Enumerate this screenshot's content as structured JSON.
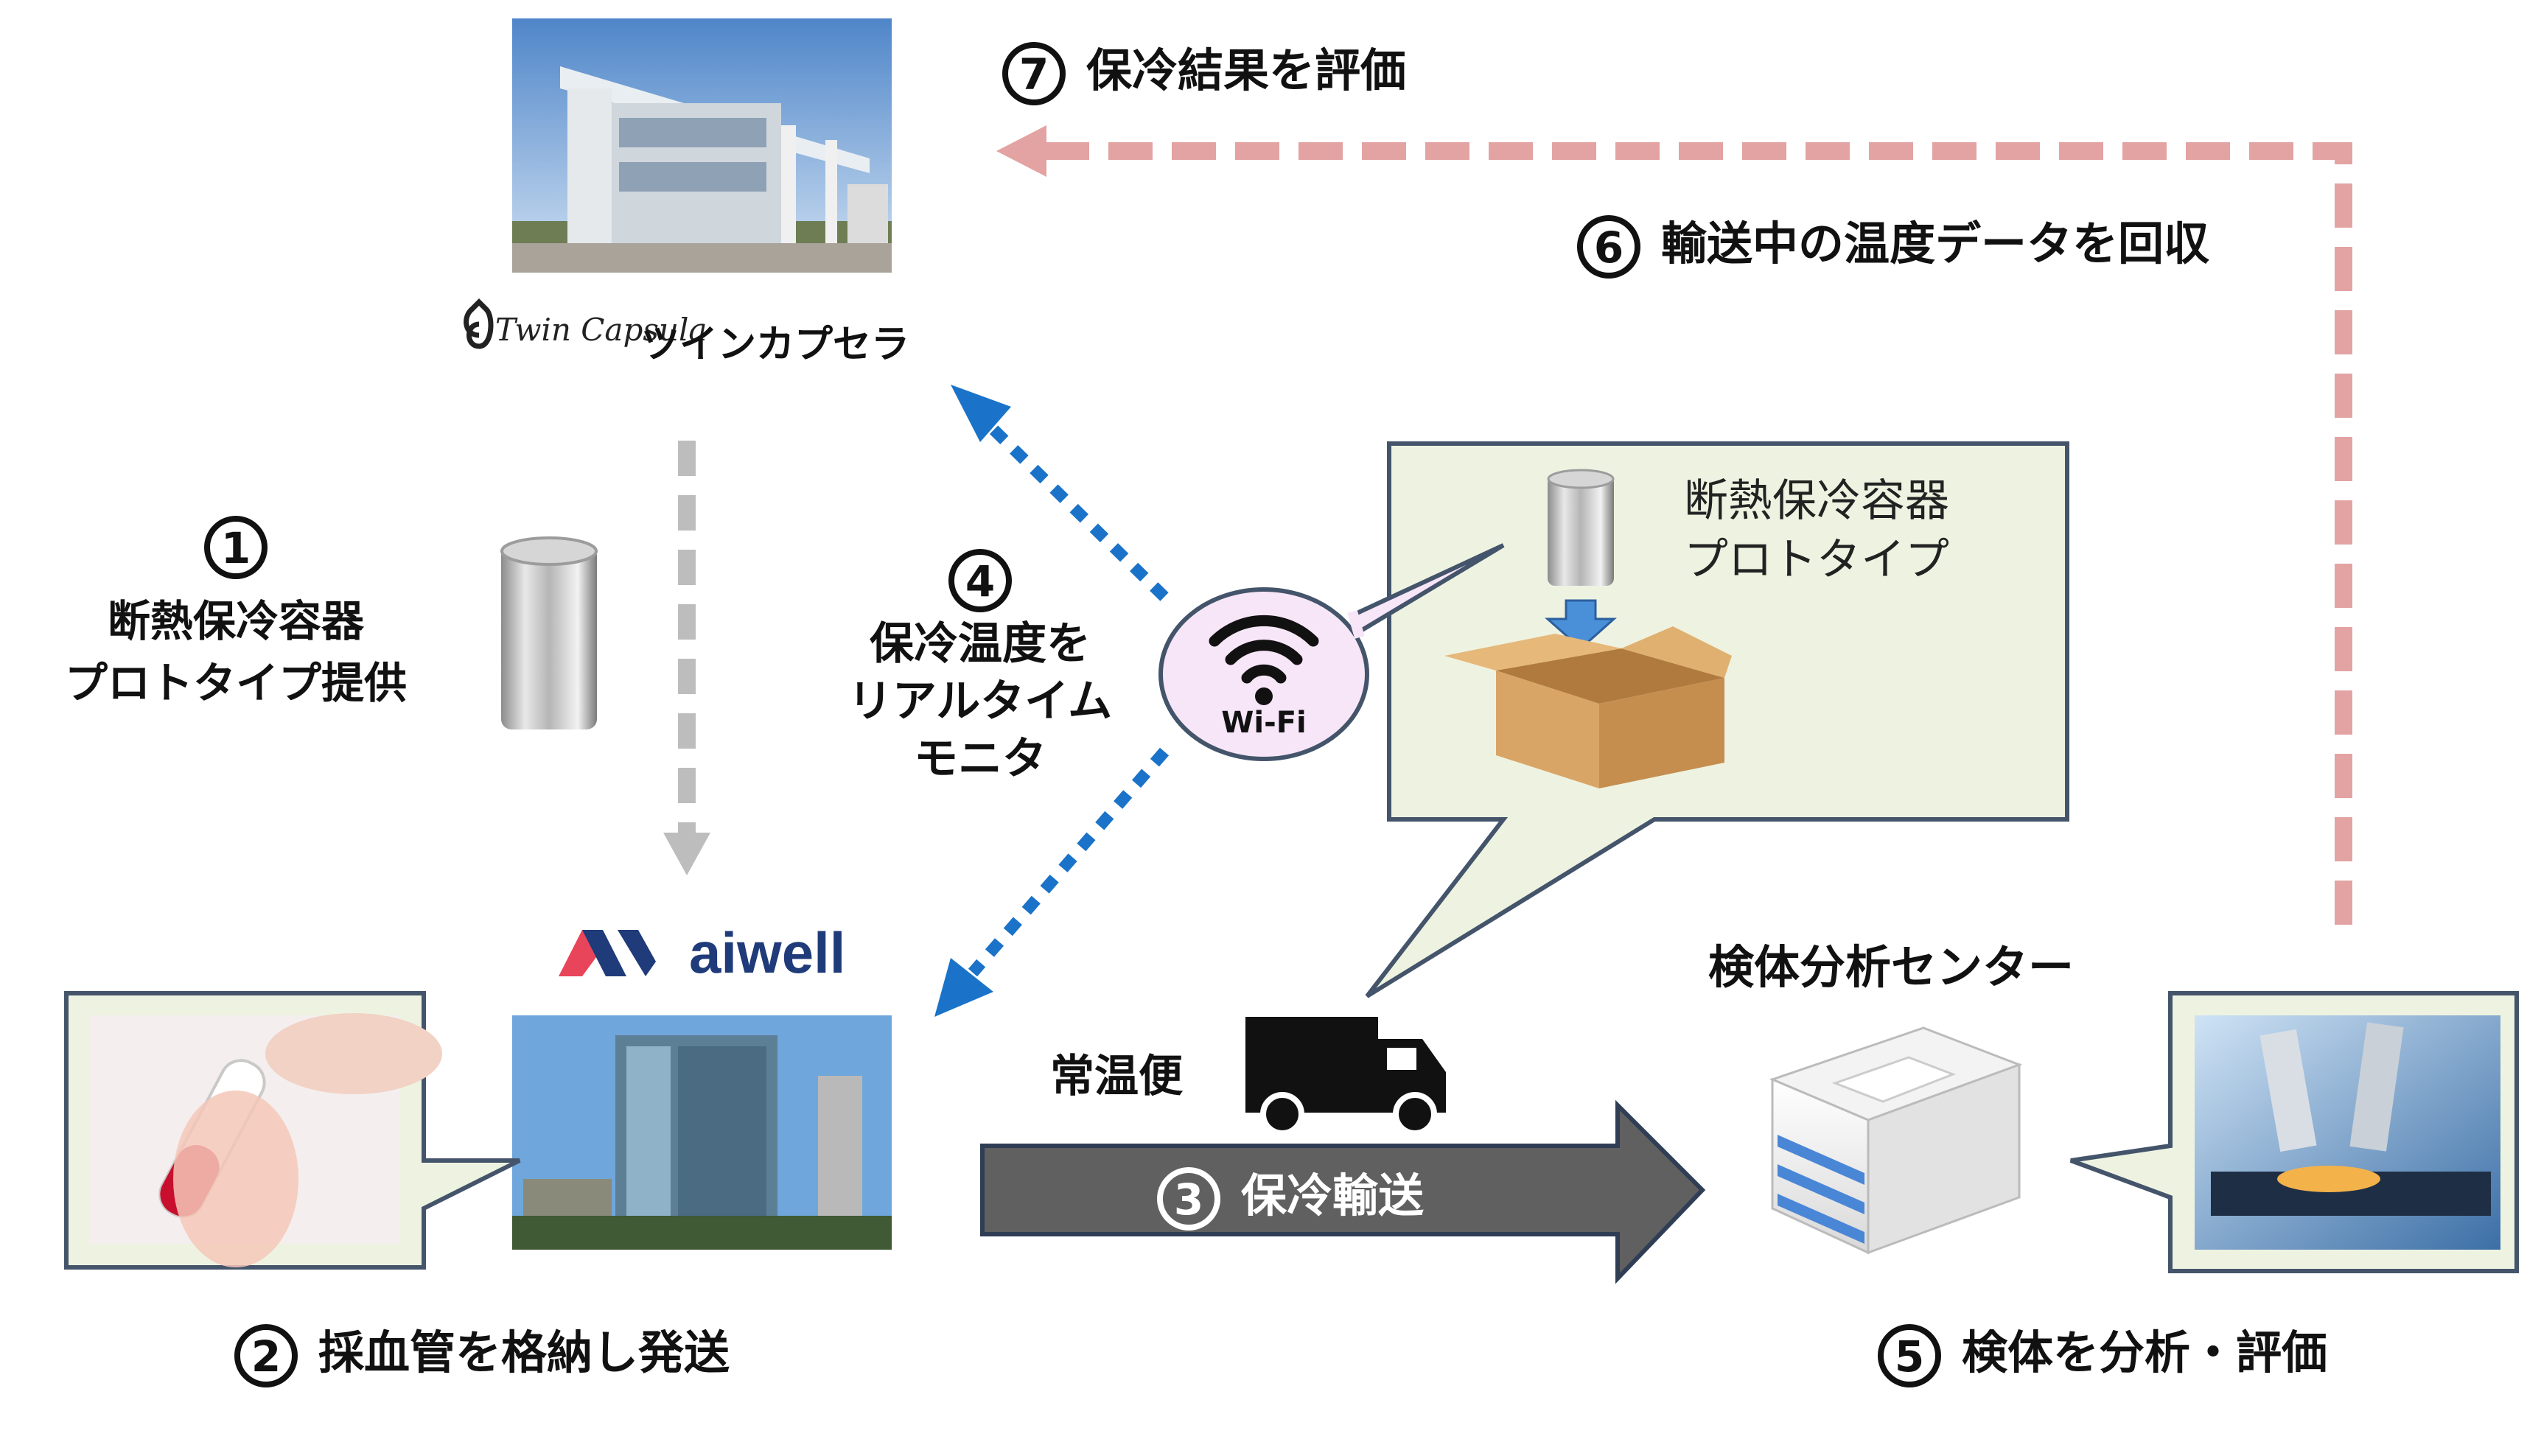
{
  "colors": {
    "gray_dashed_arrow": "#bdbdbd",
    "blue_dotted_arrow": "#1a73c8",
    "pink_dashed_arrow": "#e3a3a3",
    "shipping_arrow": "#606060",
    "callout_fill": "#eef3e1",
    "callout_border": "#44546a",
    "wifi_bubble_fill": "#f7e6f7"
  },
  "icons": {
    "twin_capsula_building": "photo-building-icon",
    "aiwell_building": "photo-office-tower-icon",
    "container": "steel-cylinder-icon",
    "box": "cardboard-box-icon",
    "truck": "truck-icon",
    "analysis_center": "building-3d-icon",
    "wifi": "wifi-icon",
    "microscope": "microscope-photo-icon",
    "blood_tube": "blood-tube-photo-icon"
  },
  "companies": {
    "twin_capsula": {
      "logo_text": "Twin Capsula",
      "name_jp": "ツインカプセラ"
    },
    "aiwell": {
      "name": "aiwell"
    },
    "center": {
      "name": "検体分析センター"
    }
  },
  "steps": {
    "s1": {
      "num": "1",
      "line1": "断熱保冷容器",
      "line2": "プロトタイプ提供"
    },
    "s2": {
      "num": "2",
      "text": "採血管を格納し発送"
    },
    "s3": {
      "num": "3",
      "text": "保冷輸送"
    },
    "s4": {
      "num": "4",
      "line1": "保冷温度を",
      "line2": "リアルタイム",
      "line3": "モニタ"
    },
    "s5": {
      "num": "5",
      "text": "検体を分析・評価"
    },
    "s6": {
      "num": "6",
      "text": "輸送中の温度データを回収"
    },
    "s7": {
      "num": "7",
      "text": "保冷結果を評価"
    }
  },
  "callout": {
    "line1": "断熱保冷容器",
    "line2": "プロトタイプ"
  },
  "wifi_label": "Wi-Fi",
  "shipping_label": "常温便"
}
